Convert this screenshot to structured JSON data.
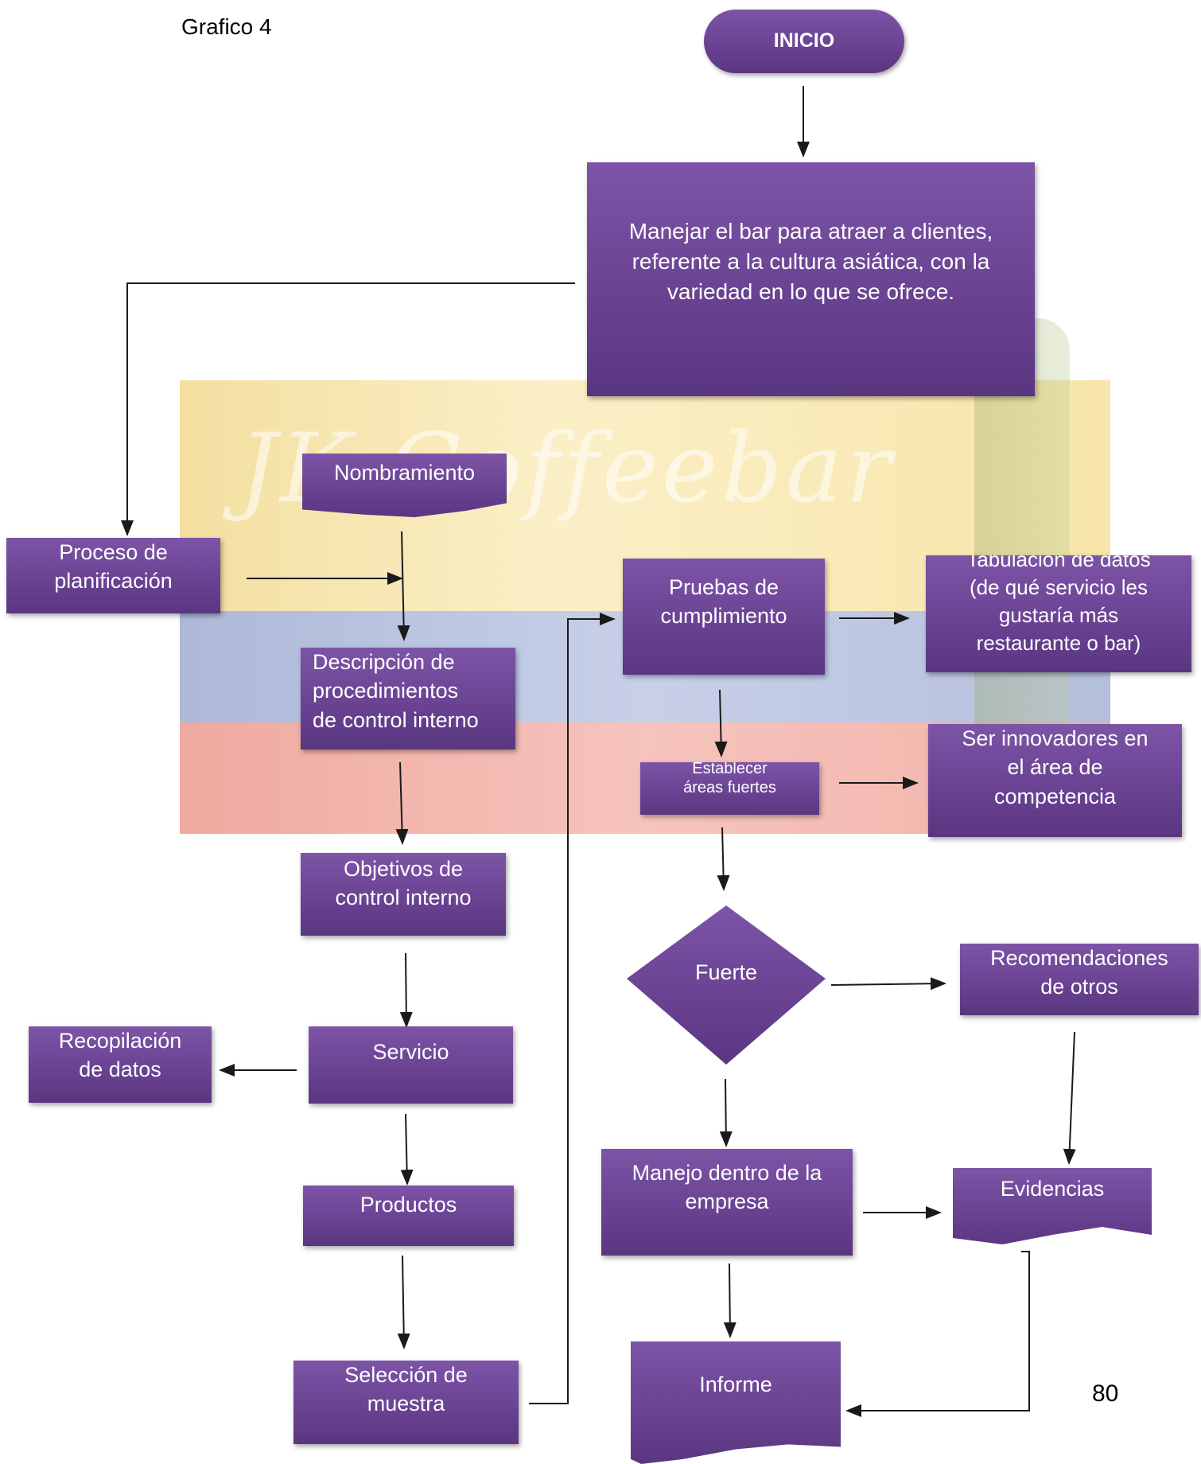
{
  "page": {
    "figure_label": "Grafico 4",
    "page_number": "80",
    "watermark": "JK Coffeebar"
  },
  "colors": {
    "node_fill": "#6f4899",
    "node_text": "#ffffff",
    "arrow": "#1a1a1a",
    "flag_yellow": "#f7e6a8",
    "flag_blue": "#b8c3df",
    "flag_red": "#f2b4ab"
  },
  "nodes": {
    "inicio": "INICIO",
    "manejar": "Manejar el bar para atraer a clientes,\nreferente a la cultura asiática, con la\nvariedad en lo que se ofrece.",
    "nombramiento": "Nombramiento",
    "proceso": "Proceso de\nplanificación",
    "descripcion": "Descripción de\nprocedimientos\nde control interno",
    "objetivos": "Objetivos de\ncontrol interno",
    "servicio": "Servicio",
    "recopilacion": "Recopilación\nde datos",
    "productos": "Productos",
    "seleccion": "Selección de\nmuestra",
    "pruebas": "Pruebas de\ncumplimiento",
    "tabulacion": "Tabulación de datos\n(de qué servicio les\ngustaría más\nrestaurante o bar)",
    "establecer": "Establecer\náreas fuertes",
    "ser_innovadores": "Ser innovadores en\nel área de\ncompetencia",
    "fuerte": "Fuerte",
    "recomendaciones": "Recomendaciones\nde otros",
    "manejo": "Manejo dentro de la\nempresa",
    "evidencias": "Evidencias",
    "informe": "Informe"
  }
}
